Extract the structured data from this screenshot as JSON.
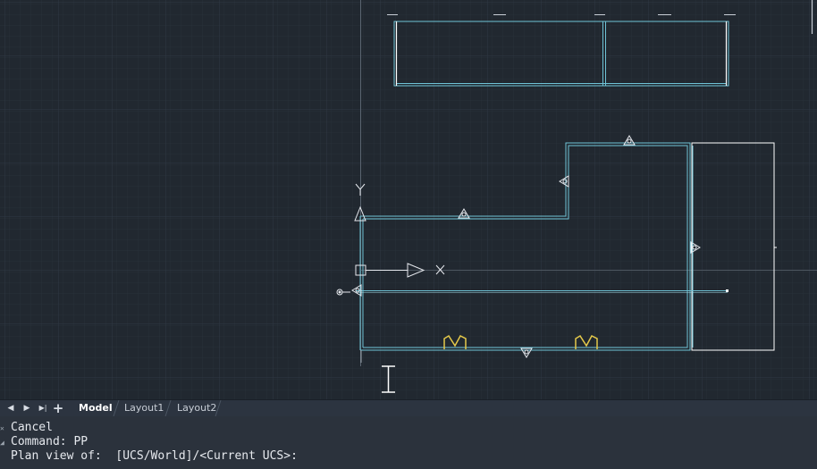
{
  "layout_tabs": {
    "nav": [
      "◀",
      "▶",
      "▶|",
      "+"
    ],
    "tabs": [
      {
        "label": "Model",
        "active": true
      },
      {
        "label": "Layout1",
        "active": false
      },
      {
        "label": "Layout2",
        "active": false
      }
    ]
  },
  "ucs_icon": {
    "y_label": "Y",
    "x_label": "X"
  },
  "command_line": {
    "history": [
      "Cancel",
      "Command: PP"
    ],
    "prompt": "Plan view of:  [UCS/World]/<Current UCS>:"
  },
  "colors": {
    "background": "#212830",
    "grid_minor": "#283039",
    "grid_major": "#303944",
    "wall": "#6fc3d6",
    "furniture": "#ffffff",
    "grip_yellow": "#e5c94a",
    "command_bg": "#2b323c",
    "tab_bg": "#2c3440"
  },
  "icons": [
    "ucs-icon",
    "crosshair-cursor",
    "grip-marker-icon",
    "scroll-arrow-icon"
  ]
}
